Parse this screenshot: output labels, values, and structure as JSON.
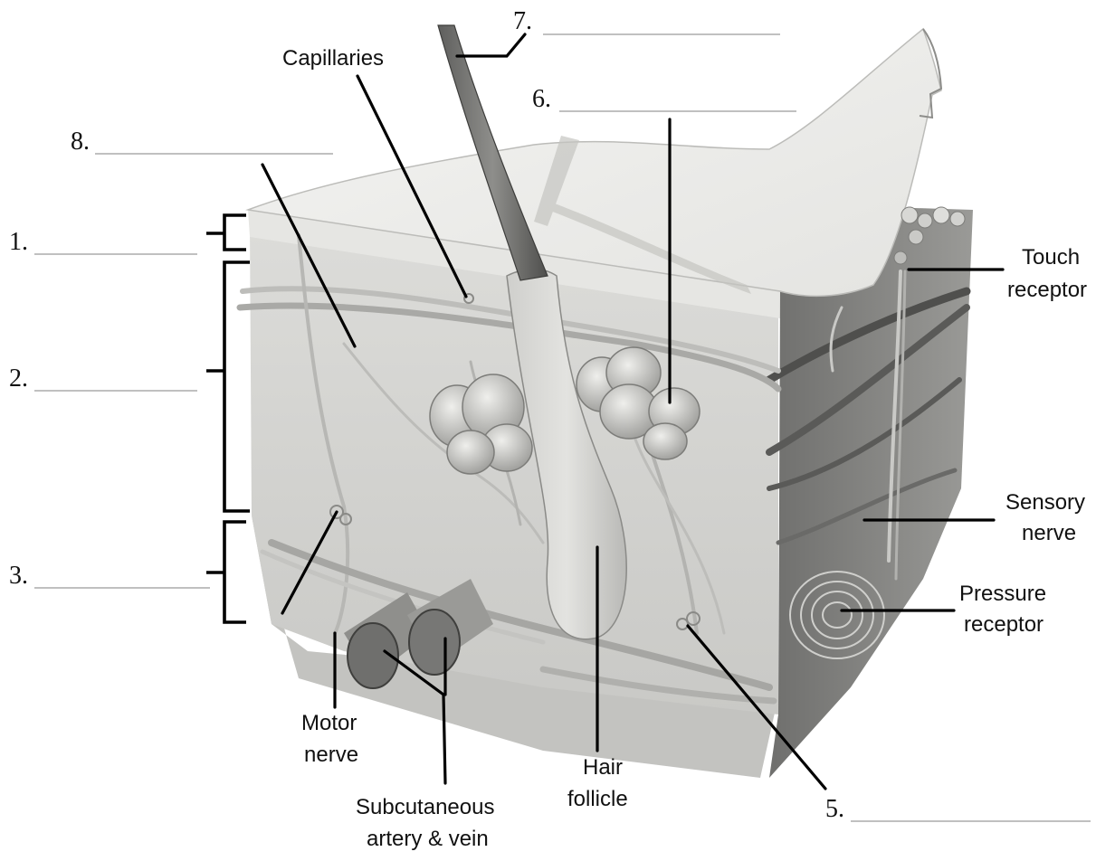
{
  "diagram": {
    "subject": "Cross-section block of skin with numbered blanks for labeling",
    "labels": {
      "capillaries": "Capillaries",
      "touch_receptor": [
        "Touch",
        "receptor"
      ],
      "sensory_nerve": [
        "Sensory",
        "nerve"
      ],
      "pressure_receptor": [
        "Pressure",
        "receptor"
      ],
      "motor_nerve": [
        "Motor",
        "nerve"
      ],
      "subcutaneous": [
        "Subcutaneous",
        "artery & vein"
      ],
      "hair_follicle": [
        "Hair",
        "follicle"
      ]
    },
    "numbered_blanks": {
      "n1": "1.",
      "n2": "2.",
      "n3": "3.",
      "n5": "5.",
      "n6": "6.",
      "n7": "7.",
      "n8": "8."
    },
    "colors": {
      "epidermis": "#ececea",
      "dermis": "#d2d2cf",
      "side_face": "#8a8a88",
      "vessel": "#bdbdba",
      "ink": "#000000"
    }
  }
}
